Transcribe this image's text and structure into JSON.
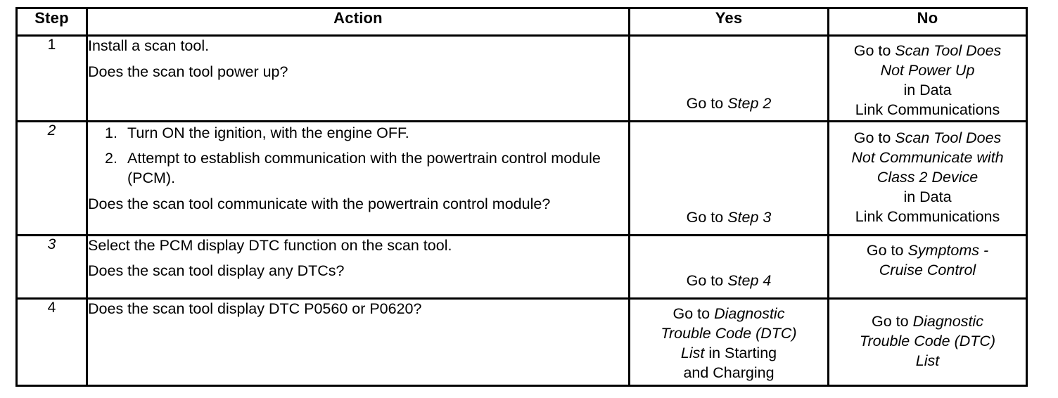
{
  "table": {
    "headers": {
      "step": "Step",
      "action": "Action",
      "yes": "Yes",
      "no": "No"
    },
    "rows": [
      {
        "step": "1",
        "step_italic": false,
        "action": {
          "type": "lines",
          "lines": [
            "Install a scan tool.",
            "Does the scan tool power up?"
          ]
        },
        "yes": {
          "align": "bottom",
          "lines": [
            {
              "plain": "Go to ",
              "italic": "Step 2"
            }
          ]
        },
        "no": {
          "align": "top",
          "lines": [
            {
              "plain": "Go to ",
              "italic": "Scan Tool Does"
            },
            {
              "plain": "",
              "italic": "Not Power Up"
            },
            {
              "plain": "in Data",
              "italic": ""
            },
            {
              "plain": "Link Communications",
              "italic": ""
            }
          ]
        }
      },
      {
        "step": "2",
        "step_italic": true,
        "action": {
          "type": "numbered",
          "items": [
            {
              "num": "1.",
              "text": "Turn ON the ignition, with the engine OFF."
            },
            {
              "num": "2.",
              "text": "Attempt to establish communication with the powertrain control module (PCM)."
            }
          ],
          "lines": [
            "Does the scan tool communicate with the powertrain control module?"
          ]
        },
        "yes": {
          "align": "bottom",
          "lines": [
            {
              "plain": "Go to ",
              "italic": "Step 3"
            }
          ]
        },
        "no": {
          "align": "middle",
          "lines": [
            {
              "plain": "Go to ",
              "italic": "Scan Tool Does"
            },
            {
              "plain": "",
              "italic": "Not Communicate with"
            },
            {
              "plain": "",
              "italic": "Class 2 Device"
            },
            {
              "plain": "in Data",
              "italic": ""
            },
            {
              "plain": "Link Communications",
              "italic": ""
            }
          ]
        }
      },
      {
        "step": "3",
        "step_italic": true,
        "action": {
          "type": "lines",
          "lines": [
            "Select the PCM display DTC function on the scan tool.",
            "Does the scan tool display any DTCs?"
          ]
        },
        "yes": {
          "align": "bottom",
          "lines": [
            {
              "plain": "Go to ",
              "italic": "Step 4"
            }
          ]
        },
        "no": {
          "align": "top",
          "lines": [
            {
              "plain": "Go to ",
              "italic": "Symptoms -"
            },
            {
              "plain": "",
              "italic": "Cruise Control"
            }
          ]
        }
      },
      {
        "step": "4",
        "step_italic": false,
        "action": {
          "type": "lines",
          "lines": [
            "Does the scan tool display DTC P0560 or P0620?"
          ]
        },
        "yes": {
          "align": "top",
          "lines": [
            {
              "plain": "Go to ",
              "italic": "Diagnostic"
            },
            {
              "plain": "",
              "italic": "Trouble Code (DTC)"
            },
            {
              "plain": "",
              "italic": "List",
              "tail": " in  Starting"
            },
            {
              "plain": "and Charging",
              "italic": ""
            }
          ]
        },
        "no": {
          "align": "middle",
          "lines": [
            {
              "plain": "Go to ",
              "italic": "Diagnostic"
            },
            {
              "plain": "",
              "italic": "Trouble Code (DTC)"
            },
            {
              "plain": "",
              "italic": "List"
            }
          ]
        }
      }
    ]
  },
  "colors": {
    "ink": "#000000",
    "paper": "#ffffff"
  }
}
